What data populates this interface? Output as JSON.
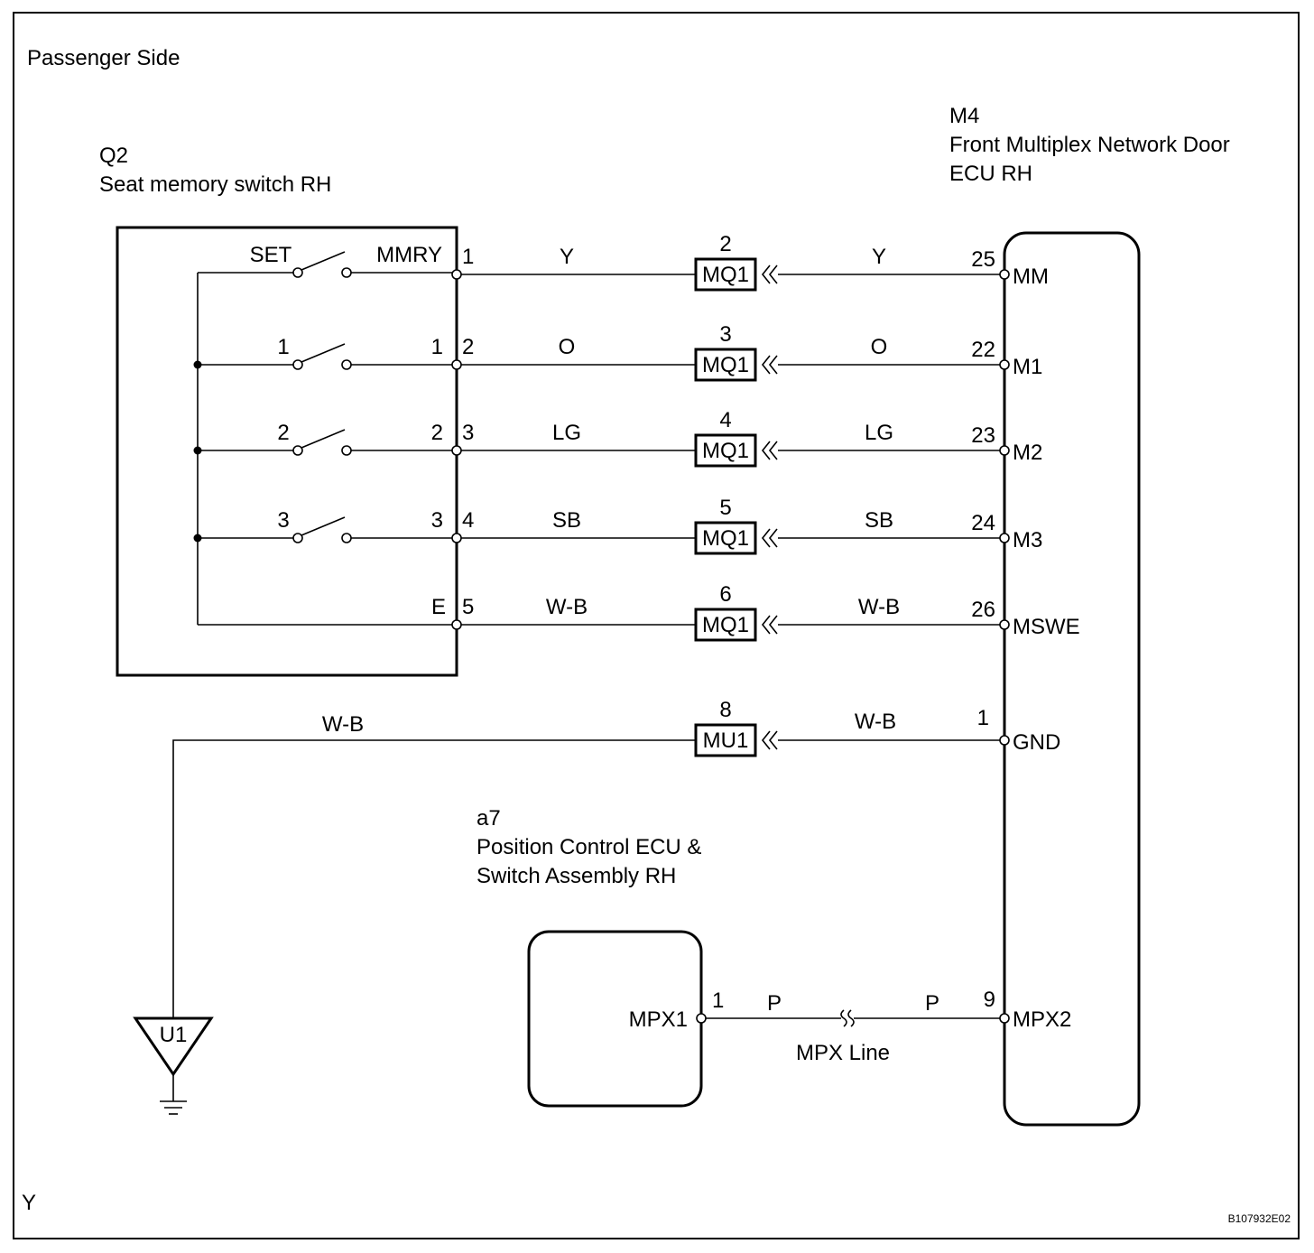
{
  "page": {
    "section": "Passenger Side",
    "corner_mark": "Y",
    "figure_code": "B107932E02"
  },
  "switch_unit": {
    "code": "Q2",
    "name": "Seat memory switch RH"
  },
  "door_ecu": {
    "code": "M4",
    "name_line1": "Front Multiplex Network Door",
    "name_line2": "ECU RH"
  },
  "position_ecu": {
    "code": "a7",
    "name_line1": "Position Control ECU &",
    "name_line2": "Switch Assembly RH"
  },
  "switches": [
    {
      "name": "SET",
      "terminal": "MMRY"
    },
    {
      "name": "1",
      "terminal": "1"
    },
    {
      "name": "2",
      "terminal": "2"
    },
    {
      "name": "3",
      "terminal": "3"
    }
  ],
  "ground_terminal": "E",
  "circuits": [
    {
      "q2_pin": "1",
      "wire_left": "Y",
      "conn_pin": "2",
      "connector": "MQ1",
      "wire_right": "Y",
      "ecu_pin": "25",
      "ecu_terminal": "MM"
    },
    {
      "q2_pin": "2",
      "wire_left": "O",
      "conn_pin": "3",
      "connector": "MQ1",
      "wire_right": "O",
      "ecu_pin": "22",
      "ecu_terminal": "M1"
    },
    {
      "q2_pin": "3",
      "wire_left": "LG",
      "conn_pin": "4",
      "connector": "MQ1",
      "wire_right": "LG",
      "ecu_pin": "23",
      "ecu_terminal": "M2"
    },
    {
      "q2_pin": "4",
      "wire_left": "SB",
      "conn_pin": "5",
      "connector": "MQ1",
      "wire_right": "SB",
      "ecu_pin": "24",
      "ecu_terminal": "M3"
    },
    {
      "q2_pin": "5",
      "wire_left": "W-B",
      "conn_pin": "6",
      "connector": "MQ1",
      "wire_right": "W-B",
      "ecu_pin": "26",
      "ecu_terminal": "MSWE"
    }
  ],
  "ground_circuit": {
    "wire_left": "W-B",
    "conn_pin": "8",
    "connector": "MU1",
    "wire_right": "W-B",
    "ecu_pin": "1",
    "ecu_terminal": "GND",
    "ground_point": "U1"
  },
  "mpx": {
    "a7_terminal": "MPX1",
    "a7_pin": "1",
    "wire_left": "P",
    "line_label": "MPX Line",
    "wire_right": "P",
    "ecu_pin": "9",
    "ecu_terminal": "MPX2"
  }
}
